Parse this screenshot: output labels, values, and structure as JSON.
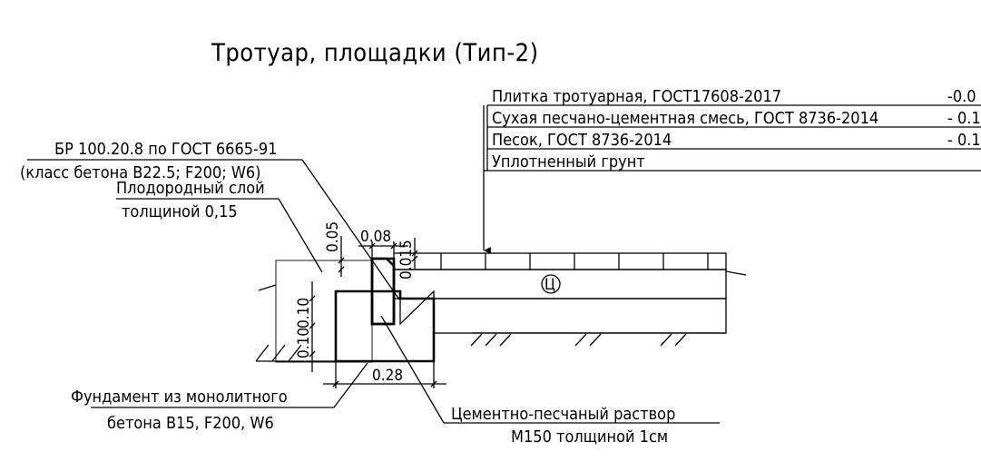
{
  "title": "Тротуар, площадки (Тип-2)",
  "layers": [
    {
      "label": "Плитка тротуарная, ГОСТ17608-2017",
      "value": "-0.0"
    },
    {
      "label": "Сухая песчано-цементная смесь, ГОСТ 8736-2014",
      "value": "- 0.1"
    },
    {
      "label": "Песок, ГОСТ 8736-2014",
      "value": "- 0.1"
    },
    {
      "label": "Уплотненный грунт",
      "value": ""
    }
  ],
  "curb": {
    "line1": "БР 100.20.8  по ГОСТ 6665-91",
    "line2": "(класс бетона В22.5; F200; W6)"
  },
  "fertile_layer": {
    "line1": "Плодородный слой",
    "line2": "толщиной 0,15"
  },
  "foundation": {
    "line1": "Фундамент из монолитного",
    "line2": "бетона В15, F200, W6"
  },
  "mortar": {
    "line1": "Цементно-песчаный раствор",
    "line2": "М150 толщиной 1см"
  },
  "dimensions": {
    "curb_width": "0.08",
    "curb_above_soil": "0.05",
    "curb_above_tile": "0.015",
    "vertical_1": "0.10",
    "vertical_2": "0.10",
    "foundation_width": "0.28"
  },
  "marker": "Ц"
}
